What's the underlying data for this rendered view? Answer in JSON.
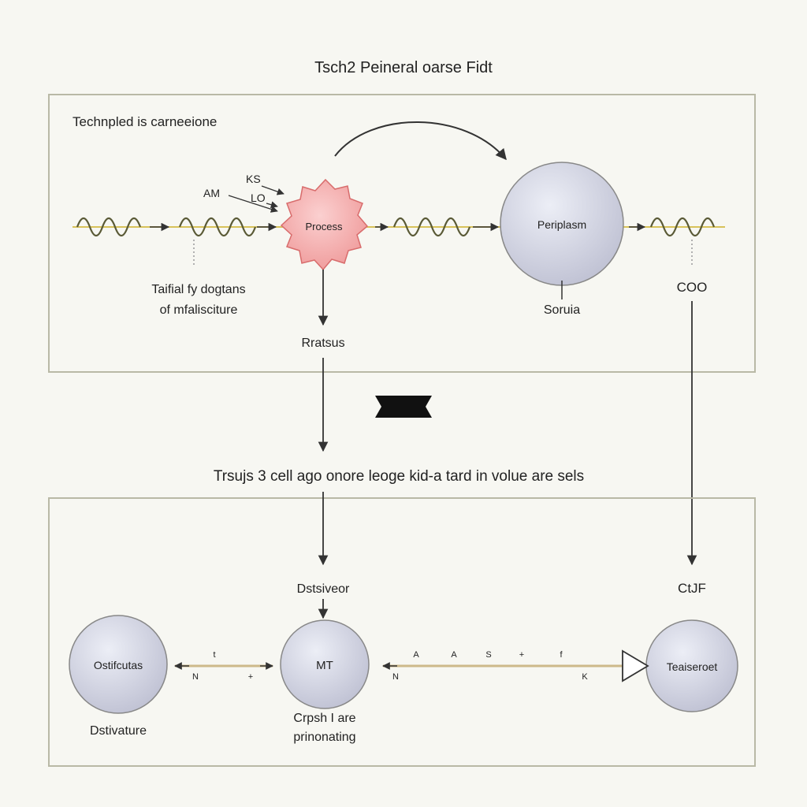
{
  "title": "Tsch2 Peineral oarse Fidt",
  "panel_top": {
    "heading": "Technpled is carneeione",
    "markers": {
      "ks": "KS",
      "lo": "LO",
      "am": "AM"
    },
    "note_left_line1": "Taifial fy dogtans",
    "note_left_line2": "of mfalisciture",
    "node_process": "Process",
    "node_periplasm": "Periplasm",
    "label_soruia": "Soruia",
    "label_coo": "COO",
    "label_rratsus": "Rratsus"
  },
  "middle_caption": "Trsujs 3 cell ago onore leoge kid-a tard in volue are sels",
  "panel_bottom": {
    "label_ctjf": "CtJF",
    "label_dstsiveor": "Dstsiveor",
    "node_left": "Ostifcutas",
    "node_left_caption": "Dstivature",
    "node_mid": "MT",
    "node_mid_caption_line1": "Crpsh I are",
    "node_mid_caption_line2": "prinonating",
    "node_right": "Teaiseroet",
    "ticks_left_top": [
      "t"
    ],
    "ticks_left_bottom": [
      "N",
      "+"
    ],
    "ticks_right_top": [
      "A",
      "A",
      "S",
      "+",
      "f"
    ],
    "ticks_right_bottom": [
      "N",
      "K"
    ]
  },
  "colors": {
    "wave": "#d8c25a",
    "process_fill": "#f3a7a7",
    "cell_fill": "#cfd0de",
    "frame": "#b9b9a6",
    "line": "#333333",
    "bottom_line": "#cdb98a"
  },
  "icons": [
    "curved-arrow-icon",
    "down-arrow-icon",
    "open-triangle-arrow-icon",
    "banner-ribbon-icon"
  ]
}
